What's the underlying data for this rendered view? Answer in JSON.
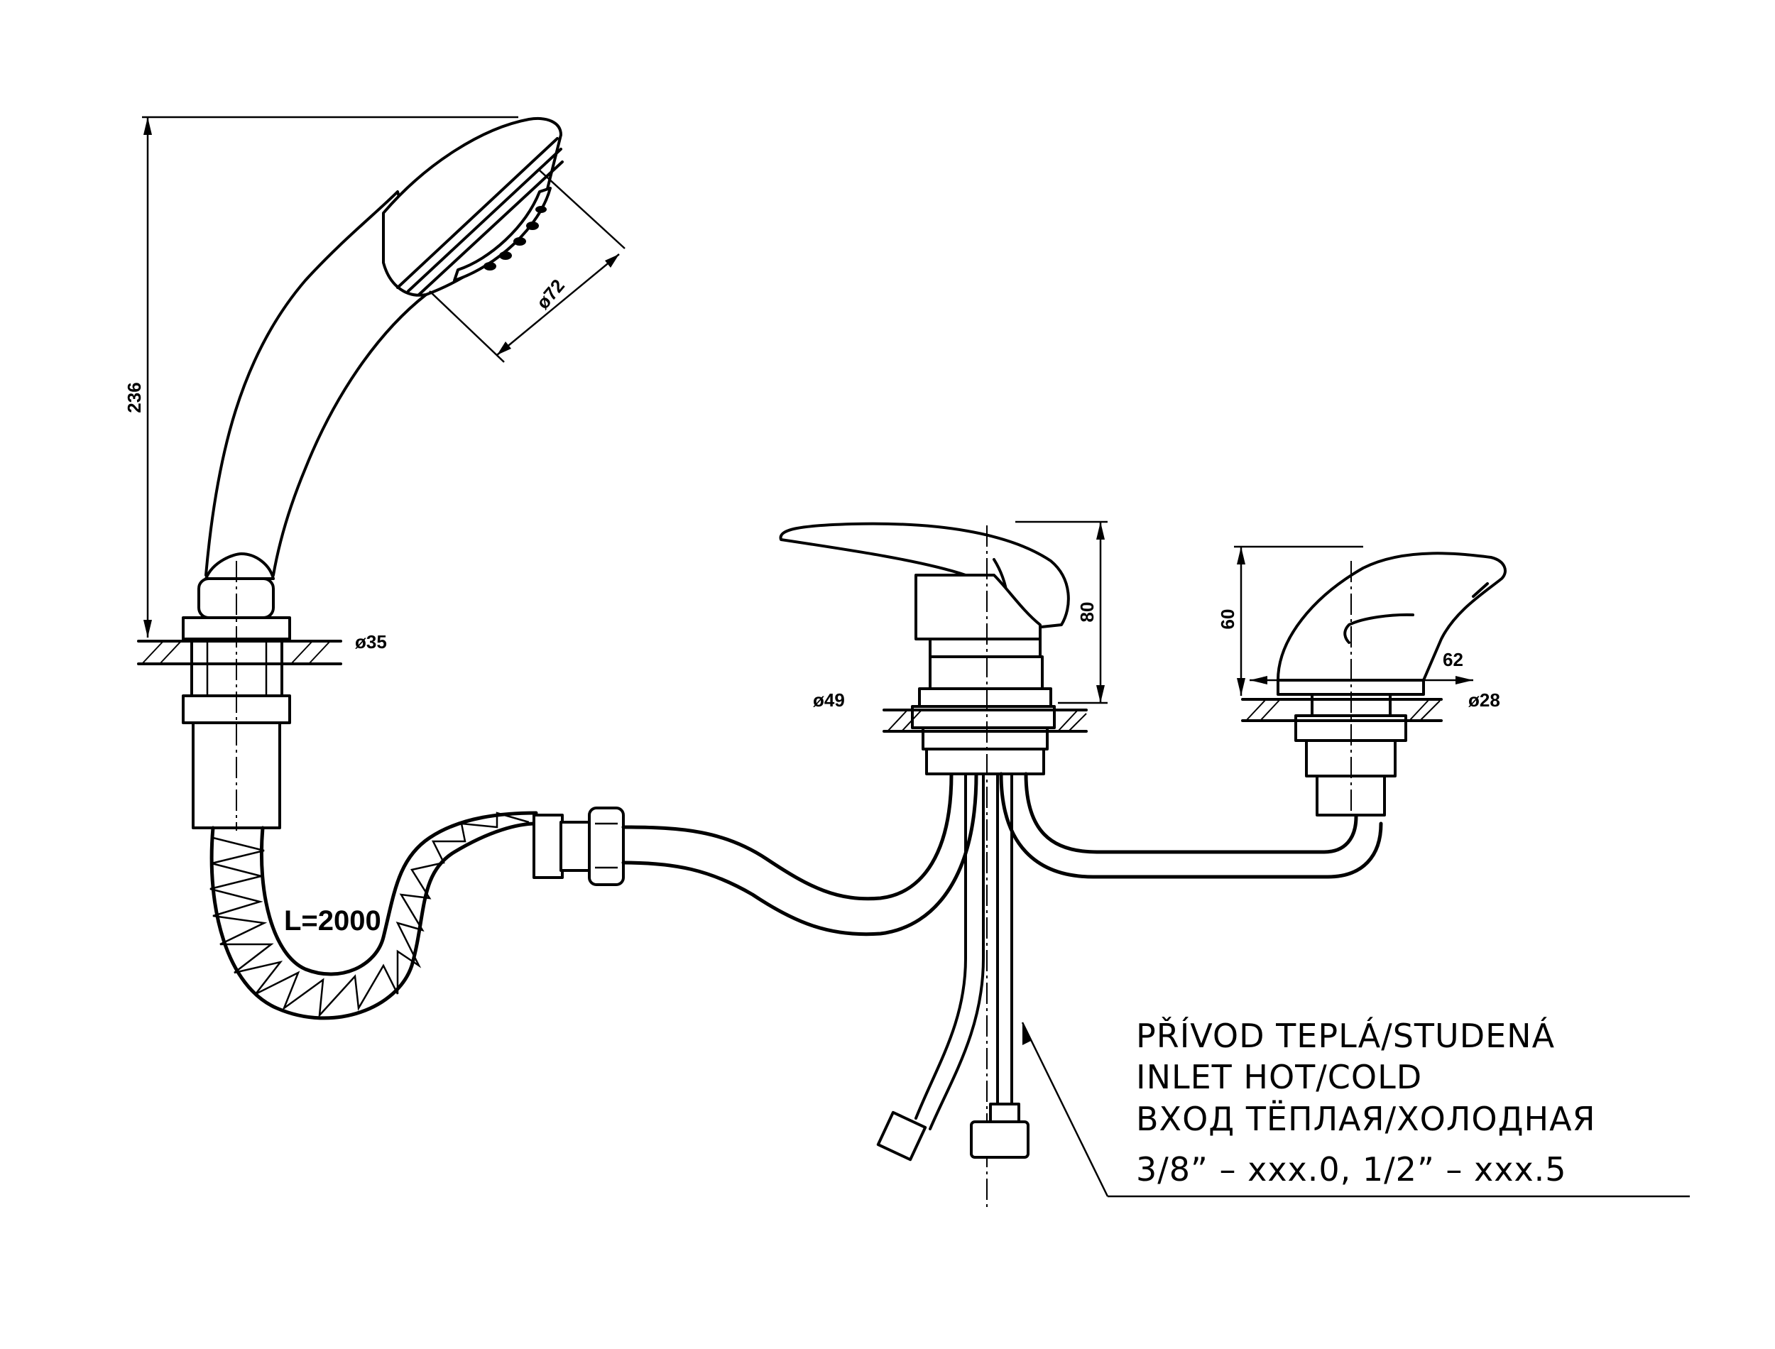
{
  "dimensions": {
    "shower_height": "236",
    "shower_head_diameter": "ø72",
    "shower_base_diameter": "ø35",
    "mixer_height": "80",
    "mixer_base_diameter": "ø49",
    "spout_height": "60",
    "spout_reach": "62",
    "spout_base_diameter": "ø28"
  },
  "hose_length": "L=2000",
  "inlet_note": {
    "line_cs": "PŘÍVOD TEPLÁ/STUDENÁ",
    "line_en": "INLET HOT/COLD",
    "line_ru": "ВХОД ТЁПЛАЯ/ХОЛОДНАЯ",
    "line_sizes": "3/8” – xxx.0, 1/2” – xxx.5"
  }
}
